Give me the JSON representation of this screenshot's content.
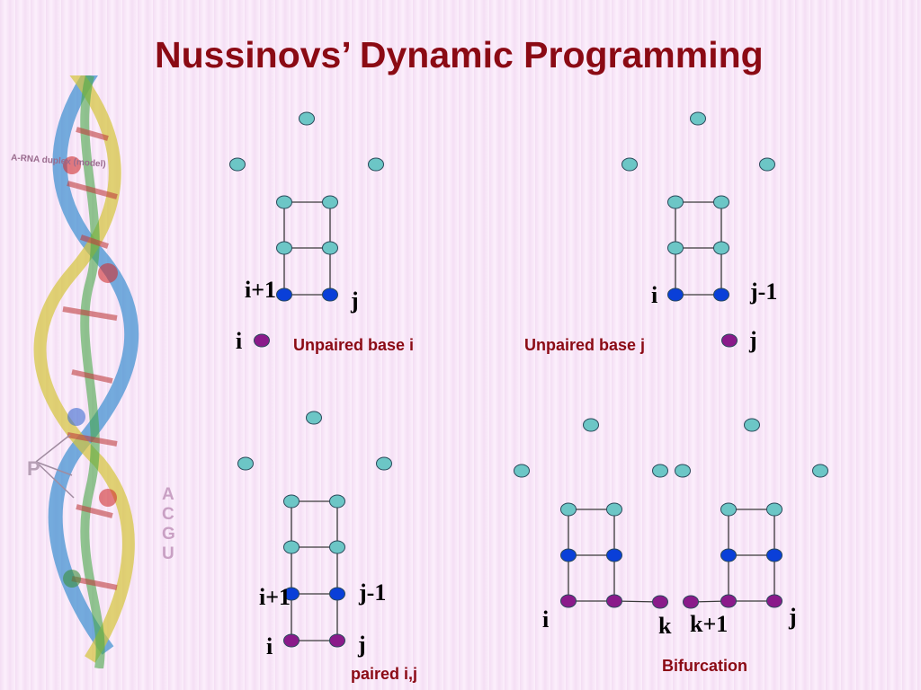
{
  "title": "Nussinovs’ Dynamic Programming",
  "side_image": {
    "caption": "A-RNA duplex (model)",
    "phosphate_label": "P",
    "nucleotides": [
      "A",
      "C",
      "G",
      "U"
    ]
  },
  "colors": {
    "title": "#8b0a14",
    "unpaired_node": "#6cc6c6",
    "paired_node": "#0a3fd8",
    "terminal_node": "#8a1a8a"
  },
  "panels": {
    "unpaired_i": {
      "labels": {
        "i_plus_1": "i+1",
        "j": "j",
        "i": "i"
      },
      "caption": "Unpaired base i"
    },
    "unpaired_j": {
      "labels": {
        "i": "i",
        "j_minus_1": "j-1",
        "j": "j"
      },
      "caption": "Unpaired base j"
    },
    "paired": {
      "labels": {
        "i_plus_1": "i+1",
        "j_minus_1": "j-1",
        "i": "i",
        "j": "j"
      },
      "caption": "paired i,j"
    },
    "bifurcation": {
      "labels": {
        "i": "i",
        "k": "k",
        "k_plus_1": "k+1",
        "j": "j"
      },
      "caption": "Bifurcation"
    }
  }
}
